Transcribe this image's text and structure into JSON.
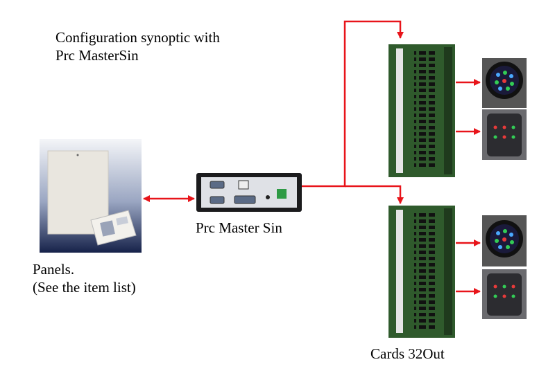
{
  "title": {
    "line1": "Configuration synoptic with",
    "line2": "Prc MasterSin"
  },
  "panels": {
    "line1": "Panels.",
    "line2": "(See the item list)"
  },
  "master": {
    "label": "Prc Master Sin"
  },
  "cards": {
    "label": "Cards 32Out"
  },
  "colors": {
    "arrow": "#e8141a",
    "board": "#2f5a2c",
    "device": "#1b1b1d",
    "panel_bg": "#1b2a55"
  }
}
